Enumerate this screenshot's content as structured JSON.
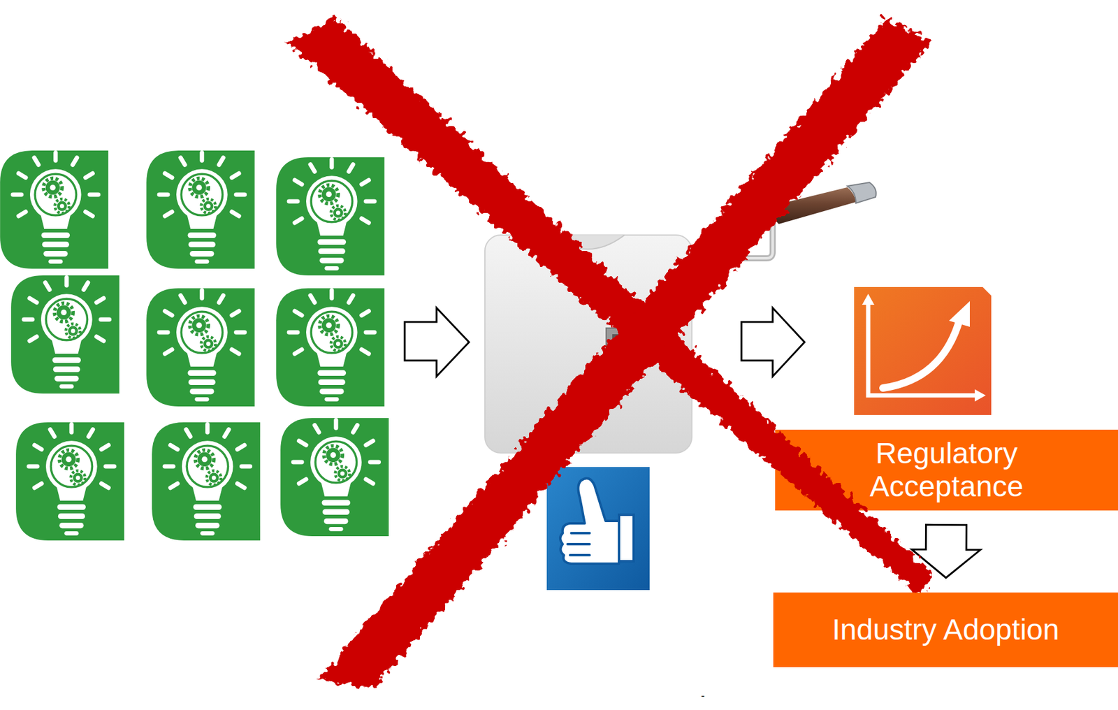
{
  "diagram": {
    "nodes": [
      {
        "text": [
          "Regulatory Acceptance"
        ]
      },
      {
        "text": [
          "Industry Adoption"
        ]
      }
    ],
    "edges": [
      {
        "from": 0,
        "to": 1,
        "arrow": "to"
      }
    ],
    "labels": [
      "-"
    ]
  }
}
